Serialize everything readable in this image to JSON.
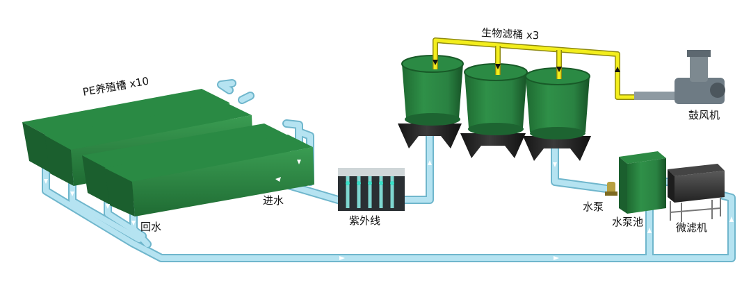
{
  "labels": {
    "tanks": "PE养殖槽 x10",
    "biofilter": "生物滤桶 x3",
    "blower": "鼓风机",
    "inlet": "进水",
    "uv": "紫外线",
    "return": "回水",
    "pump": "水泵",
    "pump_tank": "水泵池",
    "micro_filter": "微滤机"
  },
  "colors": {
    "pipe": "#a9dcec",
    "pipe_edge": "#6fb6cc",
    "tank": "#2f8a45",
    "tank_dark": "#1c5e2d",
    "air_pipe": "#f3ee1d",
    "base": "#262626"
  },
  "icons": [
    "water-flow-arrow",
    "air-flow-arrow"
  ]
}
